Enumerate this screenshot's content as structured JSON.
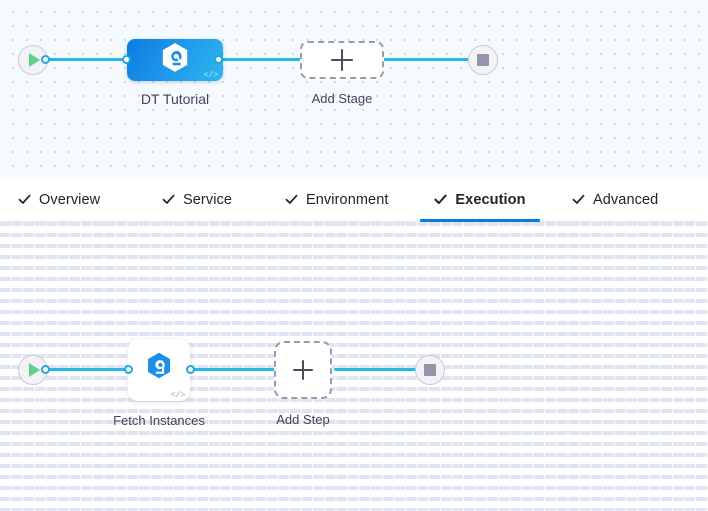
{
  "colors": {
    "accent_blue": "#0b7ad4",
    "connector_cyan": "#27b6e8",
    "stage_gradient_from": "#0a7ee0",
    "stage_gradient_to": "#2fb6ef",
    "play_green": "#5fd08a",
    "stop_gray": "#9495a8",
    "label_text": "#43435a",
    "stage_canvas_bg": "#f4fafd",
    "step_canvas_bg": "#ffffff"
  },
  "stage_canvas": {
    "start_node": {
      "name": "pipeline-start",
      "icon": "play-icon"
    },
    "stage": {
      "label": "DT Tutorial",
      "icon": "harness-hexagon-icon",
      "code_badge": "</>"
    },
    "add_stage": {
      "label": "Add Stage",
      "icon": "plus-icon"
    },
    "end_node": {
      "name": "pipeline-end",
      "icon": "stop-icon"
    }
  },
  "tabs": [
    {
      "label": "Overview",
      "icon": "check-icon",
      "active": false
    },
    {
      "label": "Service",
      "icon": "check-icon",
      "active": false
    },
    {
      "label": "Environment",
      "icon": "check-icon",
      "active": false
    },
    {
      "label": "Execution",
      "icon": "check-icon",
      "active": true
    },
    {
      "label": "Advanced",
      "icon": "check-icon",
      "active": false
    }
  ],
  "step_canvas": {
    "start_node": {
      "name": "execution-start",
      "icon": "play-icon"
    },
    "step": {
      "label": "Fetch Instances",
      "icon": "harness-hexagon-icon",
      "code_badge": "</>"
    },
    "add_step": {
      "label": "Add Step",
      "icon": "plus-icon"
    },
    "end_node": {
      "name": "execution-end",
      "icon": "stop-icon"
    }
  }
}
